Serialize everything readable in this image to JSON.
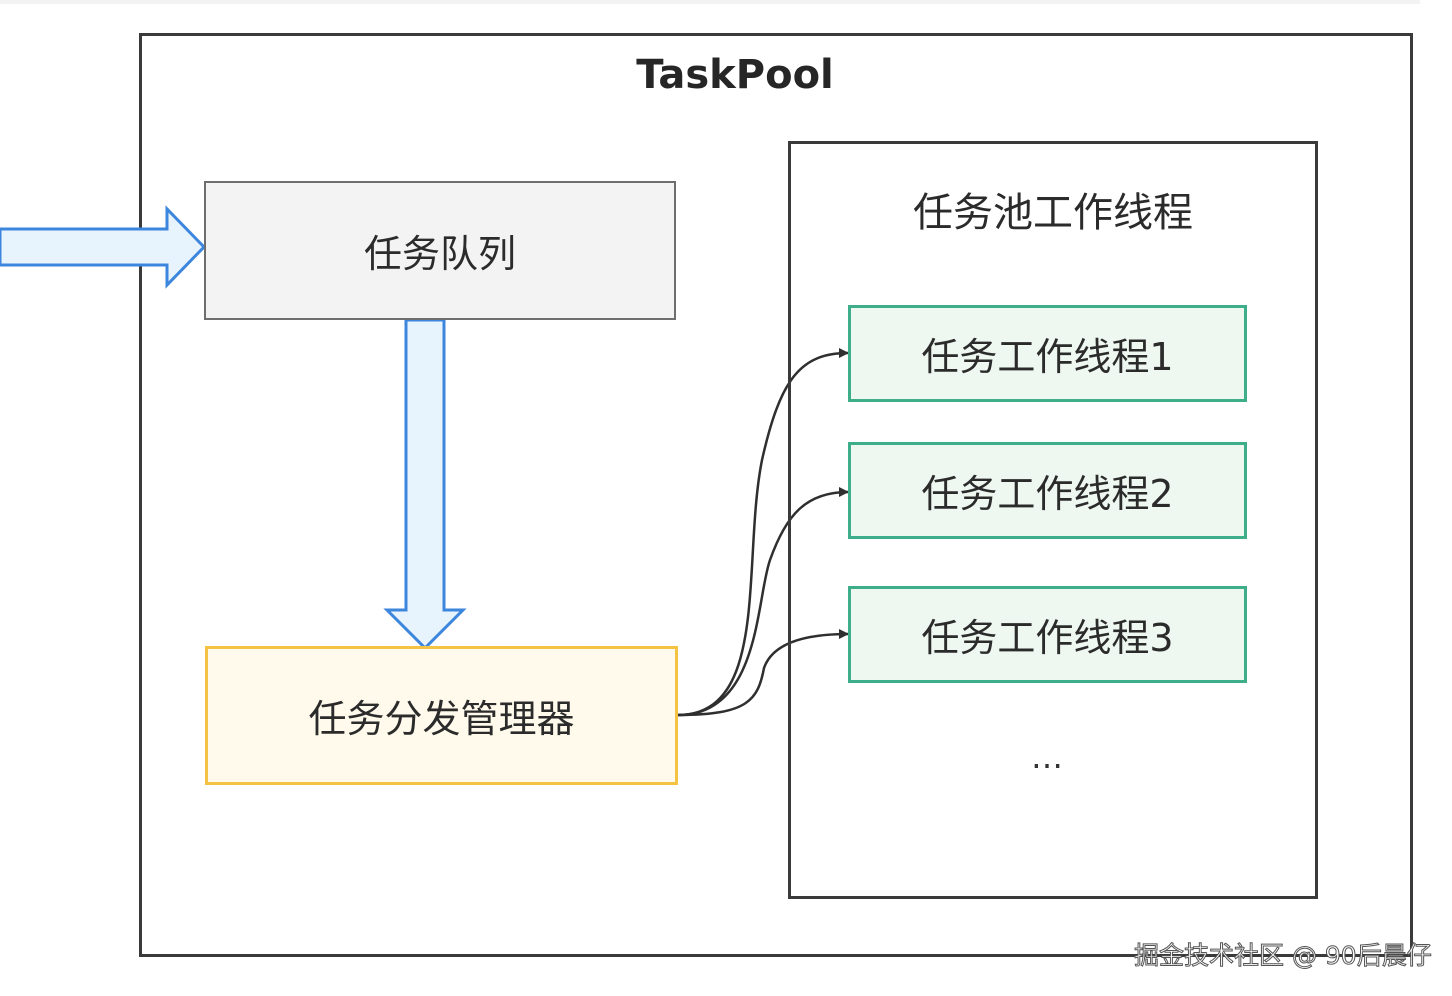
{
  "title": "TaskPool",
  "queue": {
    "label": "任务队列"
  },
  "dispatcher": {
    "label": "任务分发管理器"
  },
  "pool": {
    "title": "任务池工作线程",
    "workers": [
      "任务工作线程1",
      "任务工作线程2",
      "任务工作线程3"
    ],
    "more": "…"
  },
  "watermark": "掘金技术社区 @ 90后晨仔",
  "colors": {
    "frame_border": "#3a3a3a",
    "queue_fill": "#f3f3f3",
    "queue_border": "#6e6e6e",
    "dispatcher_fill": "#fffaeb",
    "dispatcher_border": "#f5c343",
    "worker_fill": "#eef8f1",
    "worker_border": "#3eae8a",
    "block_arrow_fill": "#e8f4fd",
    "block_arrow_stroke": "#3d86dd",
    "connector": "#2f2f2f"
  }
}
